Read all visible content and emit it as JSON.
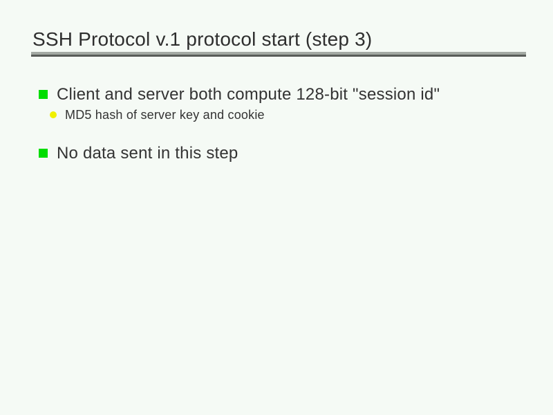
{
  "colors": {
    "background": "#f5faf5",
    "title-text": "#2e2e2e",
    "body-text": "#333333",
    "bullet-green": "#00dd00",
    "bullet-yellow": "#f0f000",
    "rule-top": "#a3a9a3",
    "rule-bottom": "#585c58"
  },
  "slide": {
    "title": "SSH Protocol v.1 protocol start (step 3)",
    "bullets": [
      {
        "level": 1,
        "marker": "green-square",
        "text": "Client and server both compute 128-bit \"session id\""
      },
      {
        "level": 2,
        "marker": "yellow-circle",
        "text": "MD5 hash of server key and cookie"
      },
      {
        "level": 1,
        "marker": "green-square",
        "text": "No data sent in this step"
      }
    ]
  }
}
